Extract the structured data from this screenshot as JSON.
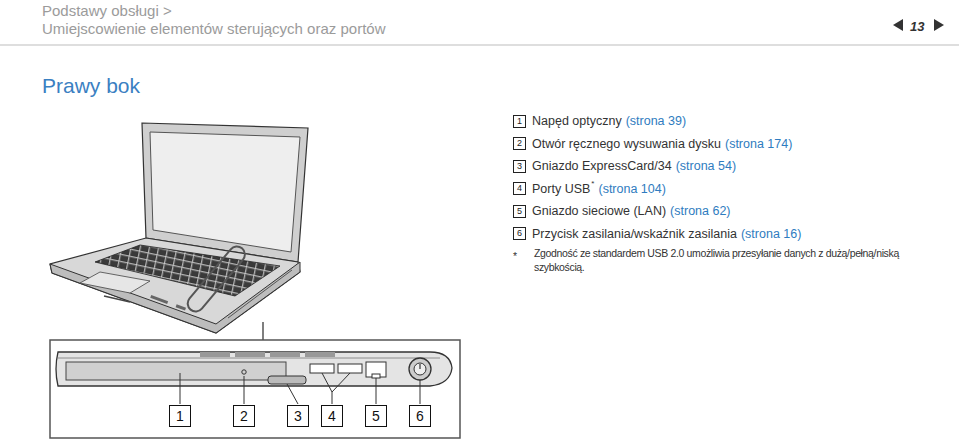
{
  "diagram": {
    "title": "Prawy bok",
    "nodes": [
      {
        "text": [
          "1"
        ]
      },
      {
        "text": [
          "2"
        ]
      },
      {
        "text": [
          "3"
        ]
      },
      {
        "text": [
          "4"
        ]
      },
      {
        "text": [
          "5"
        ]
      },
      {
        "text": [
          "6"
        ]
      },
      {
        "text": [
          "1"
        ]
      },
      {
        "text": [
          "2"
        ]
      },
      {
        "text": [
          "3"
        ]
      },
      {
        "text": [
          "4"
        ]
      },
      {
        "text": [
          "5"
        ]
      },
      {
        "text": [
          "6"
        ]
      }
    ],
    "labels": [
      "Podstawy obsługi >",
      "Umiejscowienie elementów sterujących oraz portów",
      "13",
      "Napęd optyczny",
      "(strona 39)",
      "Otwór ręcznego wysuwania dysku",
      "(strona 174)",
      "Gniazdo ExpressCard/34",
      "(strona 54)",
      "Porty USB",
      "*",
      "(strona 104)",
      "Gniazdo sieciowe (LAN)",
      "(strona 62)",
      "Przycisk zasilania/wskaźnik zasilania",
      "(strona 16)",
      "*",
      "Zgodność ze standardem USB 2.0 umożliwia przesyłanie danych z dużą/pełną/niską szybkością."
    ]
  }
}
